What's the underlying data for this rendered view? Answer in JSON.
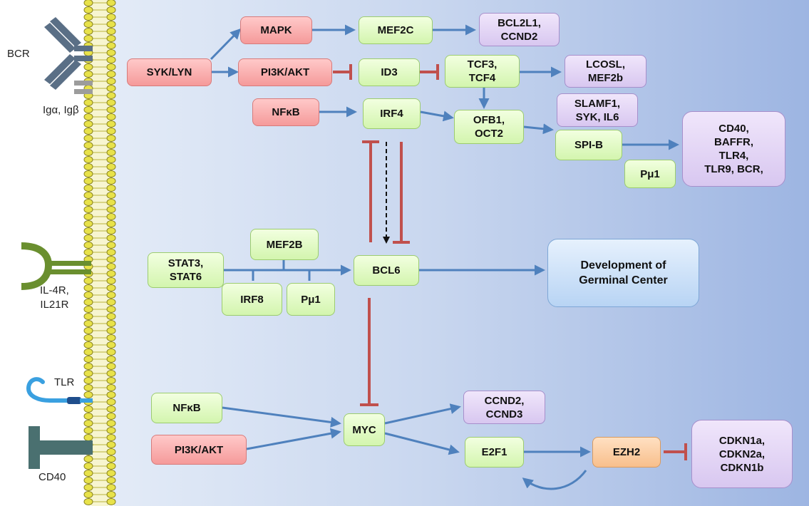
{
  "receptors": {
    "bcr": "BCR",
    "igab": "Igα, Igβ",
    "il4r": "IL-4R,\nIL21R",
    "tlr": "TLR",
    "cd40": "CD40"
  },
  "nodes": {
    "mapk": "MAPK",
    "syk_lyn": "SYK/LYN",
    "pi3k_akt_top": "PI3K/AKT",
    "nfkb_top": "NFκB",
    "mef2c": "MEF2C",
    "id3": "ID3",
    "irf4": "IRF4",
    "bcl2l1_ccnd2": "BCL2L1,\nCCND2",
    "tcf3_tcf4": "TCF3,\nTCF4",
    "lcosl_mef2b": "LCOSL,\nMEF2b",
    "slamf1": "SLAMF1,\nSYK, IL6",
    "ofb1_oct2": "OFB1,\nOCT2",
    "spib": "SPI-B",
    "pu1_top": "Pμ1",
    "cd40_list": "CD40,\nBAFFR,\nTLR4,\nTLR9, BCR,",
    "mef2b": "MEF2B",
    "stat": "STAT3,\nSTAT6",
    "irf8": "IRF8",
    "pu1_mid": "Pμ1",
    "bcl6": "BCL6",
    "germinal": "Development of\nGerminal Center",
    "nfkb_bottom": "NFκB",
    "pi3k_akt_bottom": "PI3K/AKT",
    "myc": "MYC",
    "ccnd": "CCND2,\nCCND3",
    "e2f1": "E2F1",
    "ezh2": "EZH2",
    "cdkn": "CDKN1a,\nCDKN2a,\nCDKN1b"
  },
  "colors": {
    "activation": "#4f81bd",
    "inhibition": "#c0504d",
    "upstream": "#f59a9a",
    "target": "#d3f5ae",
    "output": "#d8c7f0",
    "ezh2": "#f8bf8c",
    "outcome": "#b8d4f4",
    "receptor_dark": "#4a6076",
    "receptor_green": "#6a8f2f",
    "receptor_cyan": "#3aa0e0",
    "membrane": "#e8e24a"
  }
}
